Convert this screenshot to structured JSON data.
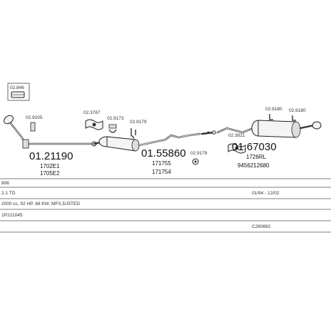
{
  "codes": {
    "c2846": "02.846",
    "c29205": "02.9205",
    "c3787": "02.3787",
    "c9173": "02.9173",
    "c9179a": "02.9179",
    "c9179b": "02.9179",
    "c3821": "02.3821",
    "c9180a": "02.9180",
    "c9180b": "02.9180",
    "m121190": "01.21190",
    "m155860": "01.55860",
    "m167030": "01.67030"
  },
  "refs": {
    "r1702E1": "1702E1",
    "r1705E2": "1705E2",
    "r171755": "171755",
    "r171754": "171754",
    "r1726RL": "1726RL",
    "r9456212680": "9456212680"
  },
  "info_rows": [
    {
      "left": "806",
      "right": ""
    },
    {
      "left": "2.1 TD",
      "right": "01/94 - 12/02"
    },
    {
      "left": "2000 cc, 92 HP, 68 KW, MFX,DJ5TED",
      "right": ""
    },
    {
      "left": "1P221045",
      "right": ""
    },
    {
      "left": "",
      "right": "C260662"
    }
  ]
}
